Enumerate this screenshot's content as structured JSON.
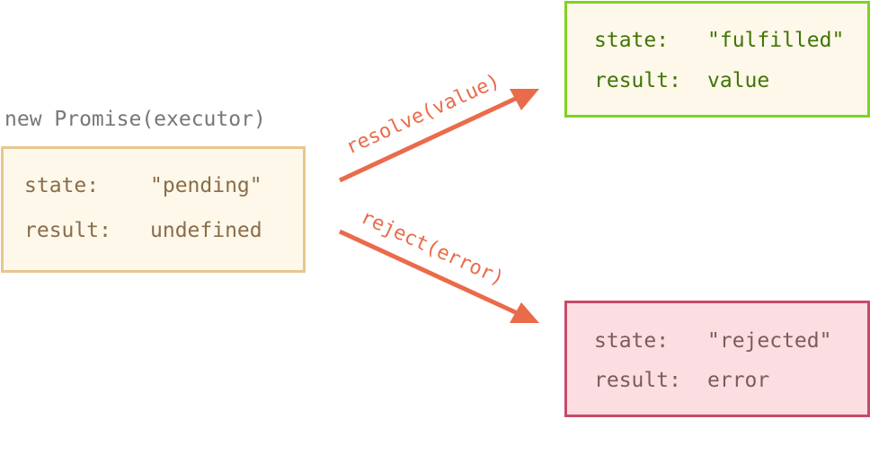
{
  "caption": "new Promise(executor)",
  "pending": {
    "state_key": "state:",
    "state_value": "\"pending\"",
    "result_key": "result:",
    "result_value": "undefined"
  },
  "fulfilled": {
    "state_key": "state:",
    "state_value": "\"fulfilled\"",
    "result_key": "result:",
    "result_value": "value"
  },
  "rejected": {
    "state_key": "state:",
    "state_value": "\"rejected\"",
    "result_key": "result:",
    "result_value": "error"
  },
  "transitions": {
    "resolve_label": "resolve(value)",
    "reject_label": "reject(error)"
  },
  "colors": {
    "arrow": "#ea6b4a",
    "pending_border": "#e8c68e",
    "pending_fill": "#fdf8ea",
    "fulfilled_border": "#7ed321",
    "fulfilled_text": "#417505",
    "rejected_border": "#c74a6a",
    "rejected_fill": "#fcdde1"
  }
}
